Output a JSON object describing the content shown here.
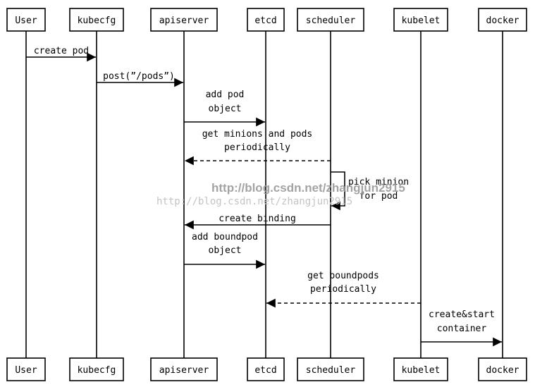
{
  "participants": [
    {
      "id": "user",
      "label": "User"
    },
    {
      "id": "kubecfg",
      "label": "kubecfg"
    },
    {
      "id": "apiserver",
      "label": "apiserver"
    },
    {
      "id": "etcd",
      "label": "etcd"
    },
    {
      "id": "scheduler",
      "label": "scheduler"
    },
    {
      "id": "kubelet",
      "label": "kubelet"
    },
    {
      "id": "docker",
      "label": "docker"
    }
  ],
  "messages": [
    {
      "id": "create-pod",
      "from": "user",
      "to": "kubecfg",
      "lines": [
        "create pod"
      ],
      "style": "solid"
    },
    {
      "id": "post-pods",
      "from": "kubecfg",
      "to": "apiserver",
      "lines": [
        "post(”/pods”)"
      ],
      "style": "solid"
    },
    {
      "id": "add-pod-object",
      "from": "apiserver",
      "to": "etcd",
      "lines": [
        "add pod",
        "object"
      ],
      "style": "solid"
    },
    {
      "id": "get-minions-and-pods",
      "from": "scheduler",
      "to": "apiserver",
      "lines": [
        "get minions and pods",
        "periodically"
      ],
      "style": "dashed"
    },
    {
      "id": "pick-minion",
      "from": "scheduler",
      "to": "scheduler",
      "lines": [
        "pick minion",
        "for pod"
      ],
      "style": "solid"
    },
    {
      "id": "create-binding",
      "from": "scheduler",
      "to": "apiserver",
      "lines": [
        "create binding"
      ],
      "style": "solid"
    },
    {
      "id": "add-boundpod-object",
      "from": "apiserver",
      "to": "etcd",
      "lines": [
        "add boundpod",
        "object"
      ],
      "style": "solid"
    },
    {
      "id": "get-boundpods",
      "from": "kubelet",
      "to": "etcd",
      "lines": [
        "get boundpods",
        "periodically"
      ],
      "style": "dashed"
    },
    {
      "id": "create-start-container",
      "from": "kubelet",
      "to": "docker",
      "lines": [
        "create&start",
        "container"
      ],
      "style": "solid"
    }
  ],
  "watermark": {
    "primary": "http://blog.csdn.net/zhangjun2915",
    "secondary": "http://blog.csdn.net/zhangjun2915"
  }
}
